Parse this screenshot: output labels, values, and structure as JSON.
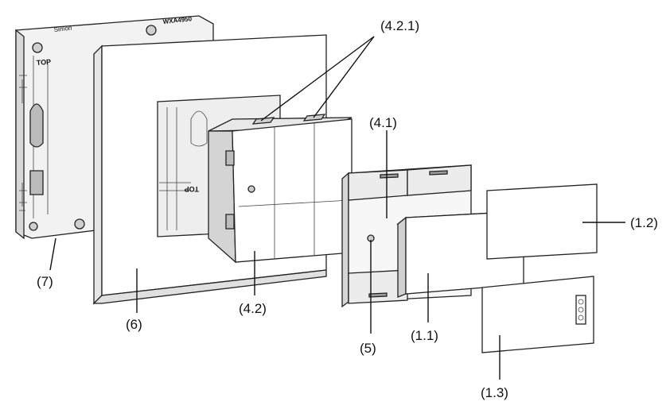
{
  "diagram": {
    "palette": {
      "line": "#222222",
      "face": "#ffffff",
      "shade": "#dcdcdc",
      "dark": "#9a9a9a"
    },
    "labels": {
      "l_4_2_1": "(4.2.1)",
      "l_4_1": "(4.1)",
      "l_1_2": "(1.2)",
      "l_7": "(7)",
      "l_6": "(6)",
      "l_4_2": "(4.2)",
      "l_5": "(5)",
      "l_1_1": "(1.1)",
      "l_1_3": "(1.3)"
    },
    "markings": {
      "top_mark": "TOP",
      "ref_mark": "WXA4950",
      "brand_mark": "Simon"
    }
  }
}
